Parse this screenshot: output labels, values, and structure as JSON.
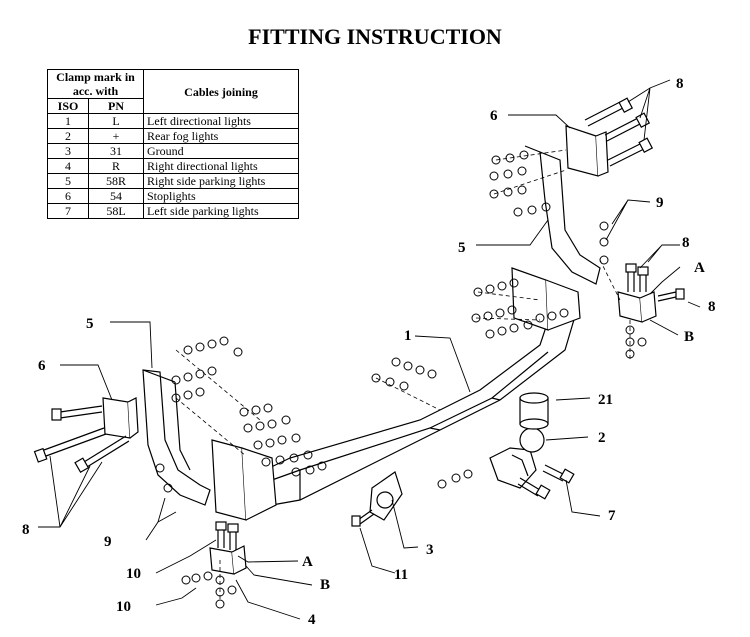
{
  "title": "FITTING INSTRUCTION",
  "table": {
    "header_clamp": "Clamp mark in acc. with",
    "header_iso": "ISO",
    "header_pn": "PN",
    "header_cables": "Cables joining",
    "rows": [
      {
        "iso": "1",
        "pn": "L",
        "cable": "Left directional lights"
      },
      {
        "iso": "2",
        "pn": "+",
        "cable": "Rear fog lights"
      },
      {
        "iso": "3",
        "pn": "31",
        "cable": "Ground"
      },
      {
        "iso": "4",
        "pn": "R",
        "cable": "Right directional lights"
      },
      {
        "iso": "5",
        "pn": "58R",
        "cable": "Right side parking lights"
      },
      {
        "iso": "6",
        "pn": "54",
        "cable": "Stoplights"
      },
      {
        "iso": "7",
        "pn": "58L",
        "cable": "Left side parking lights"
      }
    ]
  },
  "callouts": {
    "c1": "1",
    "c2": "2",
    "c3": "3",
    "c4": "4",
    "c5a": "5",
    "c5b": "5",
    "c6a": "6",
    "c6b": "6",
    "c7": "7",
    "c8a": "8",
    "c8b": "8",
    "c8c": "8",
    "c8d": "8",
    "c9a": "9",
    "c9b": "9",
    "c10a": "10",
    "c10b": "10",
    "c11": "11",
    "c21": "21",
    "cA1": "A",
    "cA2": "A",
    "cB1": "B",
    "cB2": "B"
  }
}
